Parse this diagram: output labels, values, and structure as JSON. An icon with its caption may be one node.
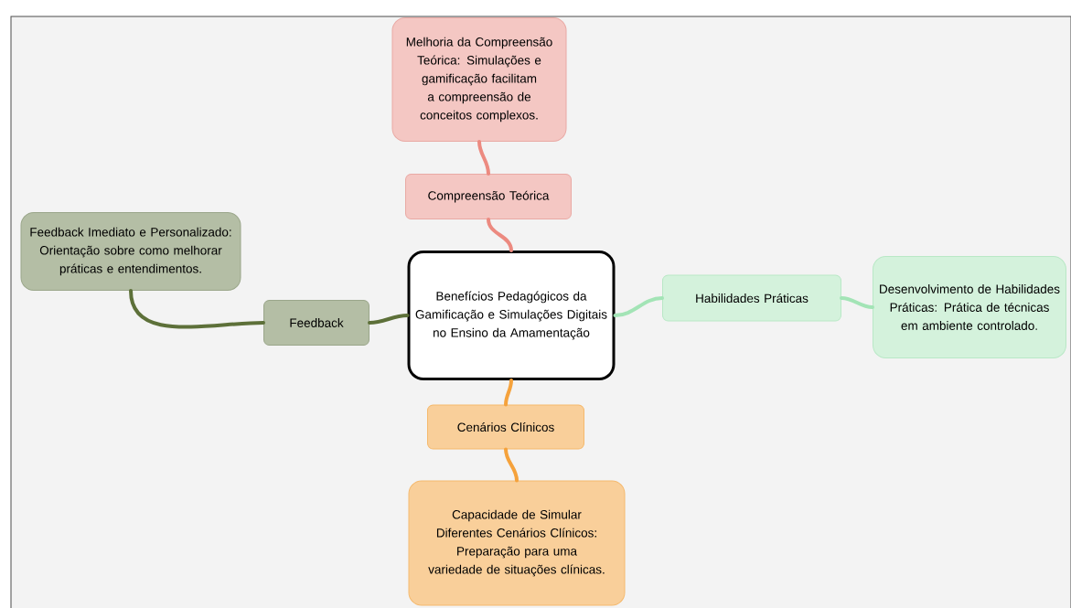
{
  "diagram": {
    "nodes": [
      {
        "text": [
          "Melhoria da Compreensão Teórica: Simulações e gamificação facilitam a compreensão de conceitos complexos."
        ]
      },
      {
        "text": [
          "Compreensão Teórica"
        ]
      },
      {
        "text": [
          "Feedback Imediato e Personalizado: Orientação sobre como melhorar práticas e entendimentos."
        ]
      },
      {
        "text": [
          "Benefícios Pedagógicos da Gamificação e Simulações Digitais no Ensino da Amamentação"
        ]
      },
      {
        "text": [
          "Habilidades Práticas"
        ]
      },
      {
        "text": [
          "Desenvolvimento de Habilidades Práticas: Prática de técnicas em ambiente controlado."
        ]
      },
      {
        "text": [
          "Feedback"
        ]
      },
      {
        "text": [
          "Cenários Clínicos"
        ]
      },
      {
        "text": [
          "Capacidade de Simular Diferentes Cenários Clínicos: Preparação para uma variedade de situações clínicas."
        ]
      }
    ],
    "edges": [
      {
        "from": 3,
        "to": 1,
        "arrow": "none",
        "color": "#ec8a80"
      },
      {
        "from": 1,
        "to": 0,
        "arrow": "none",
        "color": "#ec8a80"
      },
      {
        "from": 3,
        "to": 4,
        "arrow": "none",
        "color": "#a3e4b6"
      },
      {
        "from": 4,
        "to": 5,
        "arrow": "none",
        "color": "#a3e4b6"
      },
      {
        "from": 3,
        "to": 6,
        "arrow": "none",
        "color": "#5d7039"
      },
      {
        "from": 6,
        "to": 2,
        "arrow": "none",
        "color": "#5d7039"
      },
      {
        "from": 3,
        "to": 7,
        "arrow": "none",
        "color": "#f5a23c"
      },
      {
        "from": 7,
        "to": 8,
        "arrow": "none",
        "color": "#f5a23c"
      }
    ]
  }
}
